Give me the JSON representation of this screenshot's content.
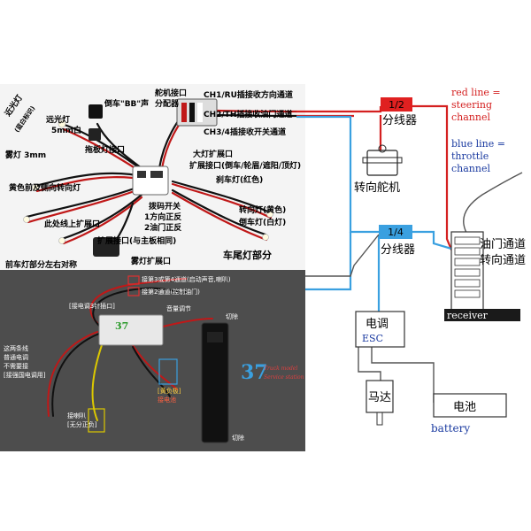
{
  "photo_top": {
    "labels": {
      "ch1": "CH1/RU插接收方向通道",
      "ch2": "CH2/TH插接收油门通道",
      "ch34": "CH3/4插接收开关通道",
      "servo_port": "舵机接口",
      "splitter": "分配器",
      "reverse_bb": "倒车\"BB\"声",
      "far_light": "远光灯",
      "near_light": "近光灯",
      "near_light_note": "(蓝白标识)",
      "five_mm_white": "5mm白",
      "fog_light": "雾灯 3mm",
      "trailer_port": "拖板灯接口",
      "yellow_front": "黄色前及侧向转向灯",
      "headlight_ext": "大灯扩展口",
      "ext_port": "扩展接口(倒车/轮眉/遮阳/顶灯)",
      "brake_light": "刹车灯(红色)",
      "dip_switch": "拨码开关",
      "ch1_direction": "1方向正反",
      "ch2_throttle": "2油门正反",
      "turn_light": "转向灯(黄色)",
      "reverse_light": "倒车灯(白灯)",
      "extra_ext": "此处线上扩展口",
      "fog_ext": "雾灯扩展口",
      "ext_same": "扩展接口(与主板相同)",
      "tail_section": "车尾灯部分",
      "front_symmetry": "前车灯部分左右对称"
    }
  },
  "photo_bottom": {
    "labels": {
      "ch34_conn": "接第3或第4通道(启动声音,喇叭)",
      "ch2_conn": "接第2通道(控制油门)",
      "esc_3p": "[接电调3针插口]",
      "volume": "音量调节",
      "cut": "切除",
      "two_wires_l1": "这两条线",
      "two_wires_l2": "普通电调",
      "two_wires_l3": "不需要接",
      "two_wires_l4": "[接强国电调用]",
      "horn_l1": "接喇叭",
      "horn_l2": "[无分正负]",
      "yellow_neg_l1": "[黄负极]",
      "yellow_neg_l2": "接电池",
      "brand_num": "37",
      "brand_l1": "Truck model",
      "brand_l2": "Service station"
    }
  },
  "schematic": {
    "splitter_12": {
      "badge": "1/2",
      "label": "分线器"
    },
    "splitter_14": {
      "badge": "1/4",
      "label": "分线器"
    },
    "servo": "转向舵机",
    "red_line_note": [
      "red line =",
      "steering",
      "channel"
    ],
    "blue_line_note": [
      "blue line =",
      "throttle",
      "channel"
    ],
    "receiver": {
      "label": "receiver",
      "throttle_ch": "油门通道",
      "steer_ch": "转向通道"
    },
    "esc": {
      "cn": "电调",
      "en": "ESC"
    },
    "motor": "马达",
    "battery": {
      "cn": "电池",
      "en": "battery"
    },
    "colors": {
      "red_wire": "#d42020",
      "blue_wire": "#3aa0e0",
      "badge_red": "#e02020",
      "badge_blue": "#3aa0e0",
      "receiver_label_bg": "#1a1a1a",
      "red_note": "#d42020",
      "blue_note": "#1a3aa0",
      "battery_text": "#1a3aa0"
    }
  }
}
